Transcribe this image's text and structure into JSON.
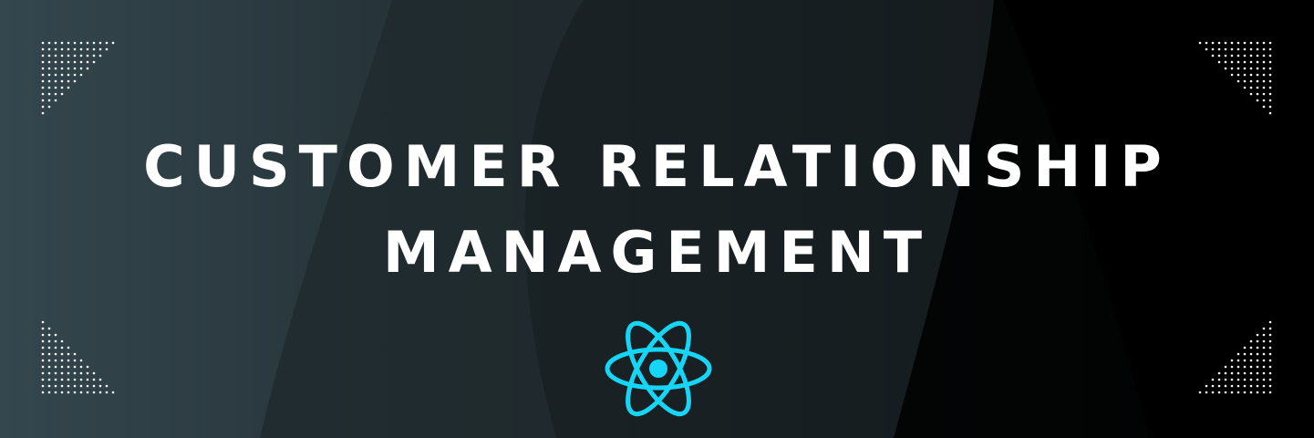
{
  "banner": {
    "title_line1": "CUSTOMER RELATIONSHIP",
    "title_line2": "MANAGEMENT",
    "logo_icon": "react-atom-icon",
    "dot_pattern_icon": "dot-triangle-pattern",
    "colors": {
      "text": "#ffffff",
      "accent": "#16d6f7",
      "background_left": "#34474e",
      "background_right": "#000000"
    }
  }
}
